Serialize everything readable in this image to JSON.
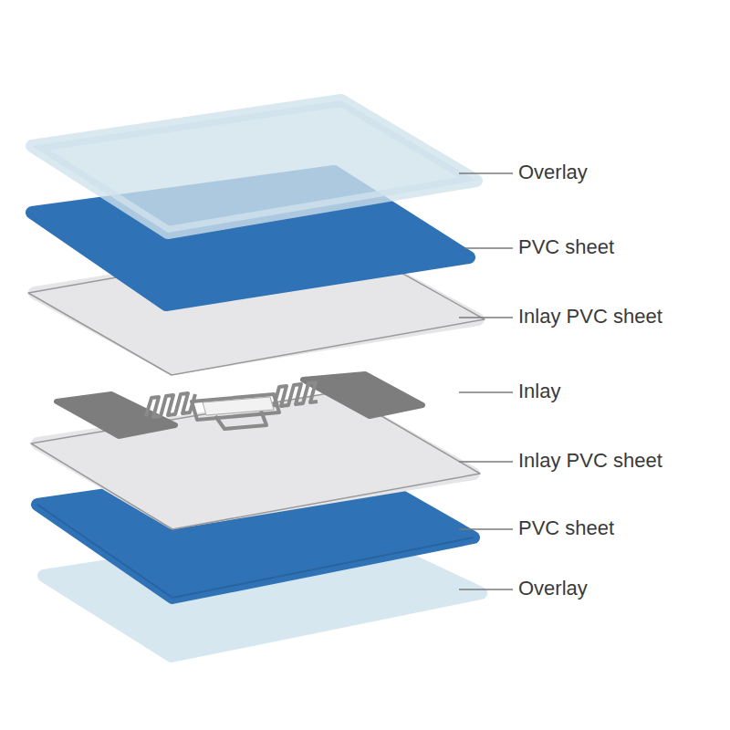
{
  "diagram": {
    "labels": [
      "Overlay",
      "PVC sheet",
      "Inlay PVC sheet",
      "Inlay",
      "Inlay PVC sheet",
      "PVC sheet",
      "Overlay"
    ]
  }
}
